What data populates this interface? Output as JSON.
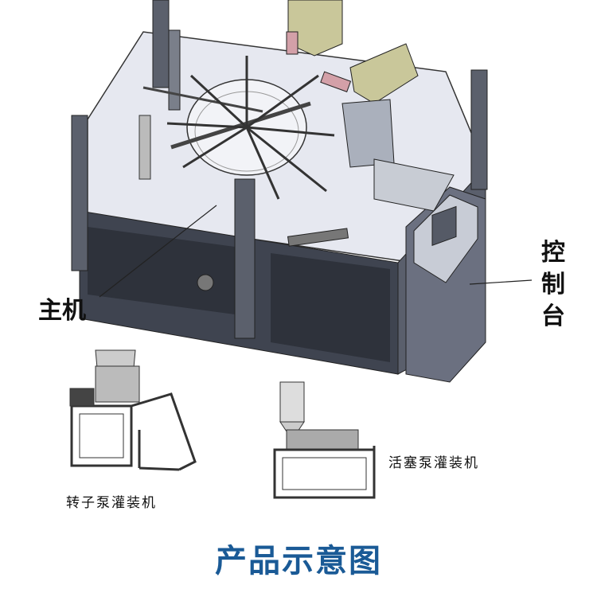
{
  "labels": {
    "main_machine": "主机",
    "control_console": [
      "控",
      "制",
      "台"
    ],
    "rotor_pump_filler": "转子泵灌装机",
    "piston_pump_filler": "活塞泵灌装机"
  },
  "title": "产品示意图",
  "colors": {
    "title": "#1a5a96",
    "frame": "#4a4f5c",
    "table": "#e4e6ee"
  }
}
